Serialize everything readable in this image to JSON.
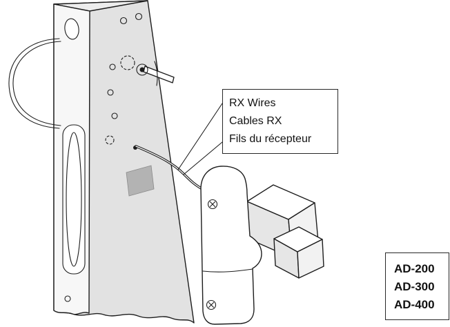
{
  "callout": {
    "lines": [
      "RX Wires",
      "Cables RX",
      "Fils du récepteur"
    ]
  },
  "models": {
    "lines": [
      "AD-200",
      "AD-300",
      "AD-400"
    ]
  },
  "colors": {
    "lock_face": "#e2e2e2",
    "faceplate": "#f7f7f7",
    "top_edge": "#ededed",
    "sticker": "#b3b3b3",
    "block_side": "#f2f2f2",
    "block_shadow": "#e6e6e6",
    "outline": "#1c1c1c"
  }
}
